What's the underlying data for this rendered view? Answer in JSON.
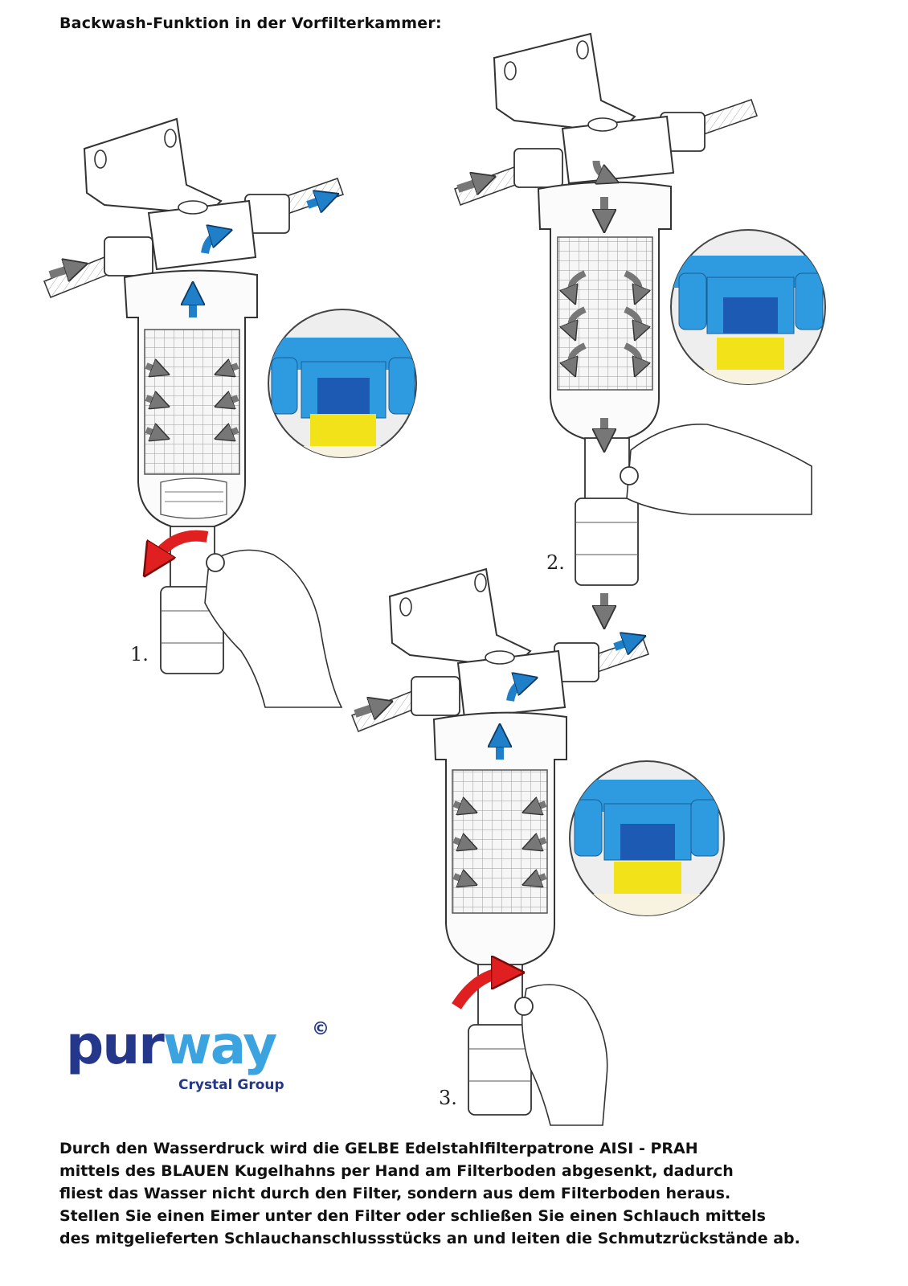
{
  "title": "Backwash-Funktion in der Vorfilterkammer:",
  "steps": [
    {
      "label": "1."
    },
    {
      "label": "2."
    },
    {
      "label": "3."
    }
  ],
  "logo": {
    "brand_part1": "pur",
    "brand_part2": "way",
    "copyright": "©",
    "subtitle": "Crystal Group"
  },
  "description": [
    "Durch den Wasserdruck wird die GELBE Edelstahlfilterpatrone AISI - PRAH",
    "mittels des BLAUEN Kugelhahns per Hand am Filterboden abgesenkt, dadurch",
    "fliest das Wasser nicht durch den Filter, sondern aus dem Filterboden heraus.",
    "Stellen Sie einen Eimer unter den Filter oder schließen Sie einen Schlauch mittels",
    "des mitgelieferten Schlauchanschlussstücks an und leiten die Schmutzrückstände ab."
  ],
  "colors": {
    "flow_blue": "#1f7fc8",
    "flow_gray": "#777777",
    "rotate_red": "#e02020",
    "valve_blue": "#2e9be0",
    "cartridge_yellow": "#f2e21a",
    "logo_dark": "#24378a",
    "logo_light": "#3aa3e0"
  }
}
